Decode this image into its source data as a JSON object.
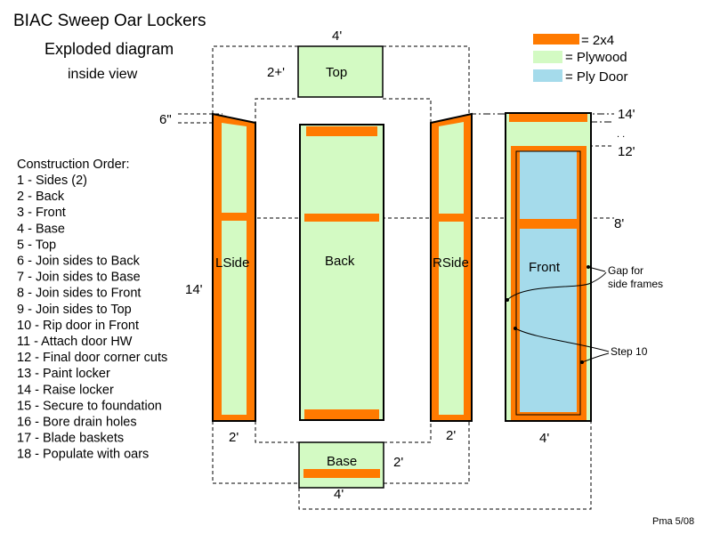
{
  "title": "BIAC Sweep Oar Lockers",
  "subtitle": "Exploded diagram",
  "subtitle2": "inside view",
  "legend": {
    "items": [
      {
        "label": "= 2x4",
        "color": "#ff7a00"
      },
      {
        "label": "= Plywood",
        "color": "#d3fac3"
      },
      {
        "label": "= Ply Door",
        "color": "#a5dbeb"
      }
    ]
  },
  "construction": {
    "heading": "Construction Order:",
    "steps": [
      "1 - Sides (2)",
      "2 - Back",
      "3 - Front",
      "4 - Base",
      "5 - Top",
      "6 - Join sides to Back",
      "7 - Join sides to Base",
      "8 - Join sides to Front",
      "9 - Join sides to Top",
      "10 - Rip door in Front",
      "11 - Attach door HW",
      "12 - Final door corner cuts",
      "13 - Paint locker",
      "14 - Raise locker",
      "15 - Secure to foundation",
      "16 - Bore drain holes",
      "17 - Blade baskets",
      "18 - Populate with oars"
    ]
  },
  "panels": {
    "top": "Top",
    "lside": "LSide",
    "back": "Back",
    "rside": "RSide",
    "front": "Front",
    "base": "Base"
  },
  "dimensions": {
    "top_width": "4'",
    "top_depth": "2+'",
    "side_slope": "6\"",
    "height": "14'",
    "lside_width": "2'",
    "rside_width": "2'",
    "front_width": "4'",
    "base_depth": "2'",
    "base_width": "4'",
    "front_14": "14'",
    "front_12": "12'",
    "front_8": "8'"
  },
  "annotations": {
    "gap_line1": "Gap for",
    "gap_line2": "side frames",
    "step10": "Step 10",
    "signature": "Pma 5/08"
  },
  "colors": {
    "frame_2x4": "#ff7a00",
    "plywood": "#d3fac3",
    "ply_door": "#a5dbeb"
  }
}
